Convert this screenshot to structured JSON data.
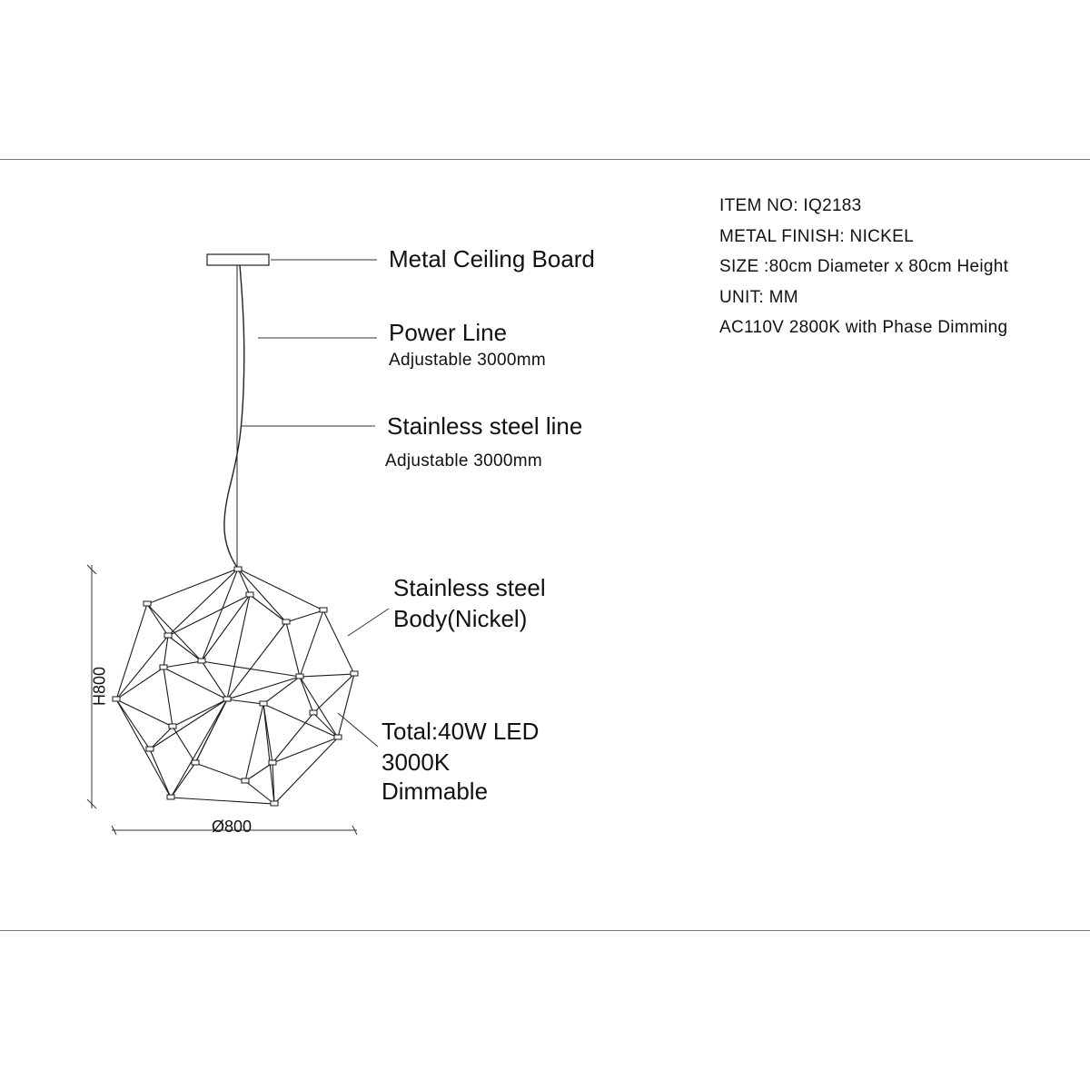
{
  "spec": {
    "item_no": "ITEM NO: IQ2183",
    "metal_finish": "METAL FINISH: NICKEL",
    "size": "SIZE :80cm Diameter x 80cm Height",
    "unit": "UNIT: MM",
    "power": "AC110V 2800K with Phase Dimming"
  },
  "callouts": {
    "ceiling_board": "Metal Ceiling Board",
    "power_line": "Power Line",
    "power_line_adjust": "Adjustable 3000mm",
    "steel_line": "Stainless steel line",
    "steel_line_adjust": "Adjustable 3000mm",
    "body_line1": "Stainless steel",
    "body_line2": "Body(Nickel)",
    "led_line1": "Total:40W LED",
    "led_line2": "3000K",
    "led_line3": "Dimmable"
  },
  "dimensions": {
    "height": "H800",
    "diameter": "Ø800"
  }
}
